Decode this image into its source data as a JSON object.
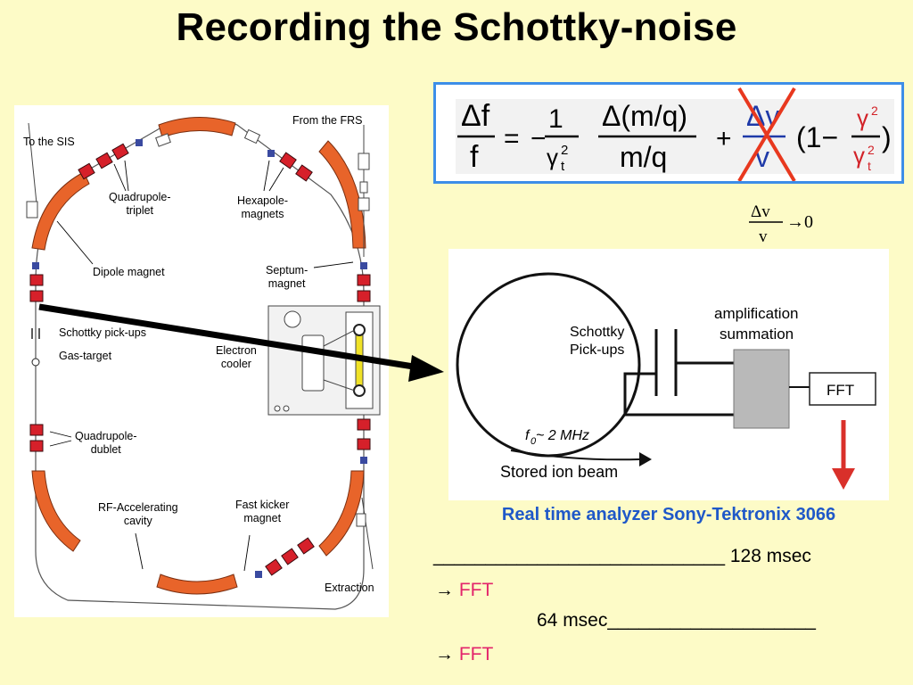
{
  "slide": {
    "title": "Recording the Schottky-noise"
  },
  "ring": {
    "labels": {
      "from_frs": "From the FRS",
      "to_sis": "To the SIS",
      "quadrupole_triplet": "Quadrupole-\ntriplet",
      "hexapole_magnets": "Hexapole-\nmagnets",
      "dipole_magnet": "Dipole magnet",
      "septum_magnet": "Septum-\nmagnet",
      "schottky_pickups": "Schottky pick-ups",
      "gas_target": "Gas-target",
      "electron_cooler": "Electron\ncooler",
      "quadrupole_dublet": "Quadrupole-\ndublet",
      "rf_cavity": "RF-Accelerating\ncavity",
      "fast_kicker": "Fast kicker\nmagnet",
      "extraction": "Extraction"
    }
  },
  "formula": {
    "lhs_num": "Δf",
    "lhs_den": "f",
    "equals": "=",
    "minus": "−",
    "one": "1",
    "gamma_t_sq": "γ",
    "t_sub": "t",
    "sq_sup": "2",
    "mq_num": "Δ(m/q)",
    "mq_den": "m/q",
    "plus": "+",
    "dv_num": "Δv",
    "dv_den": "v",
    "paren_open": "(1−",
    "paren_close": ")",
    "gamma": "γ"
  },
  "dv_note": {
    "num": "Δv",
    "den": "v",
    "arrow": "→0"
  },
  "schema": {
    "schottky_pickups": "Schottky\nPick-ups",
    "amplification": "amplification",
    "summation": "summation",
    "fft_box": "FFT",
    "f0_symbol": "f",
    "f0_sub": "0",
    "f0_value": " ~ 2 MHz",
    "stored_beam": "Stored ion beam"
  },
  "analyzer": {
    "label": "Real time analyzer Sony-Tektronix 3066"
  },
  "timeline": {
    "line1_rule": "____________________________",
    "line1_time": " 128 msec",
    "line2_arrow": "→ ",
    "line2_fft": "FFT",
    "line3_time": "64 msec",
    "line3_rule": "____________________",
    "line4_arrow": "→ ",
    "line4_fft": "FFT"
  },
  "colors": {
    "background": "#fdfbc7",
    "magnet_orange": "#e8642a",
    "quad_red": "#d6202a",
    "formula_border": "#3d8ee8",
    "analyzer_blue": "#1f58c8",
    "fft_pink": "#e3246b",
    "cross_red": "#e8381e",
    "gamma_red": "#d22228",
    "amp_box": "#b9b9b9",
    "down_arrow": "#d9302a"
  }
}
